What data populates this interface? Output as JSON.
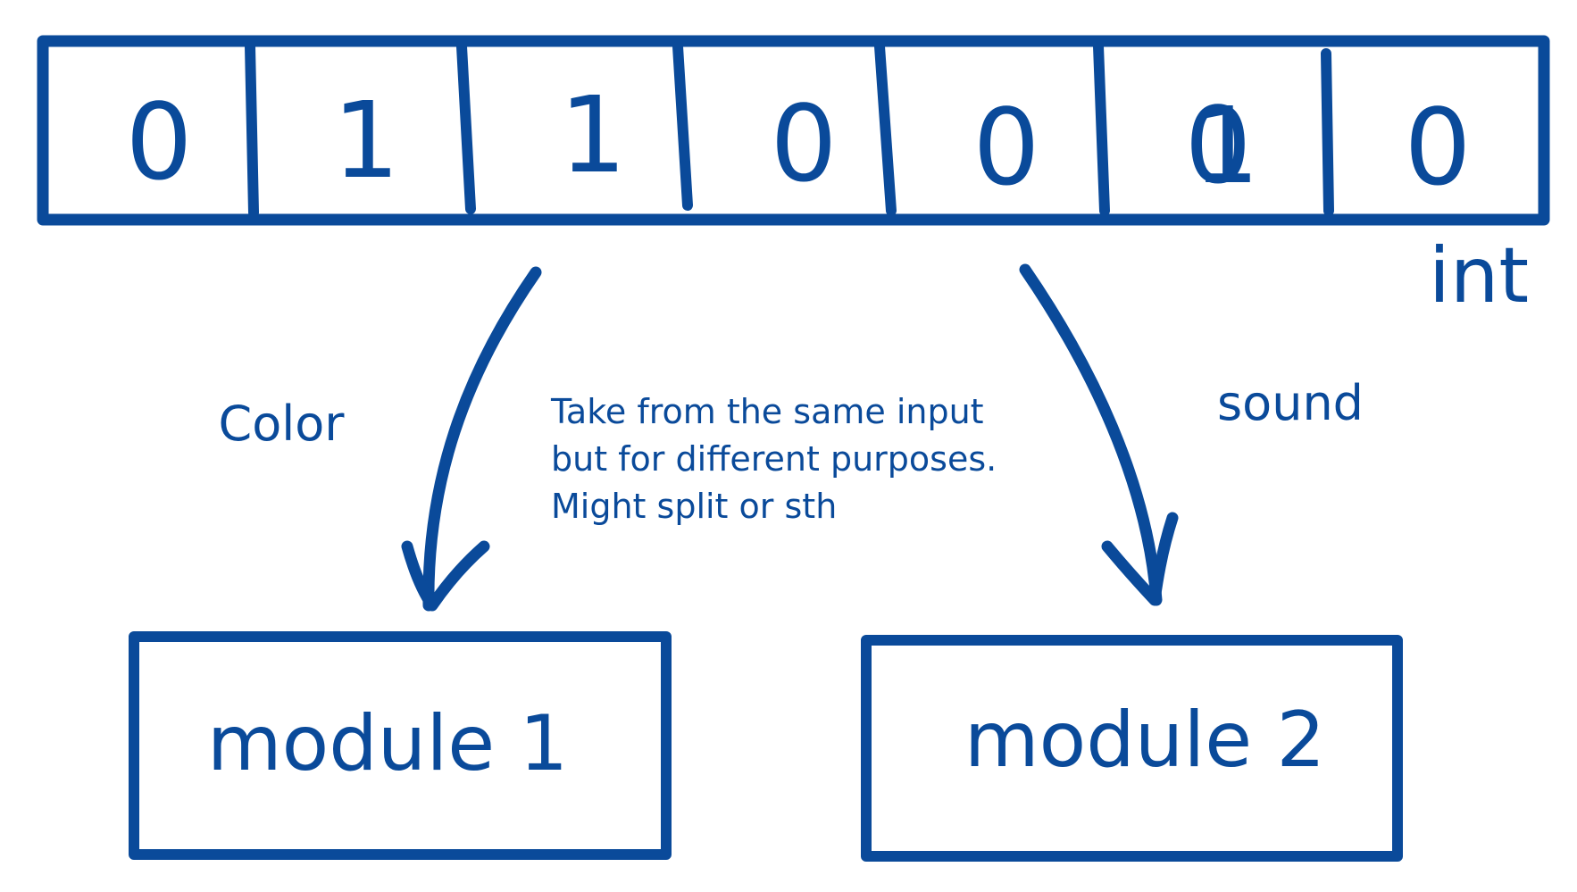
{
  "ink_color": "#0a4a9a",
  "bits": [
    "0",
    "1",
    "1",
    "0",
    "0",
    "0",
    "1",
    "0"
  ],
  "type_label": "int",
  "labels": {
    "left": "Color",
    "right": "sound",
    "note": [
      "Take from the same input",
      "but for different purposes.",
      "Might split or sth"
    ]
  },
  "modules": {
    "left": "module 1",
    "right": "module 2"
  }
}
